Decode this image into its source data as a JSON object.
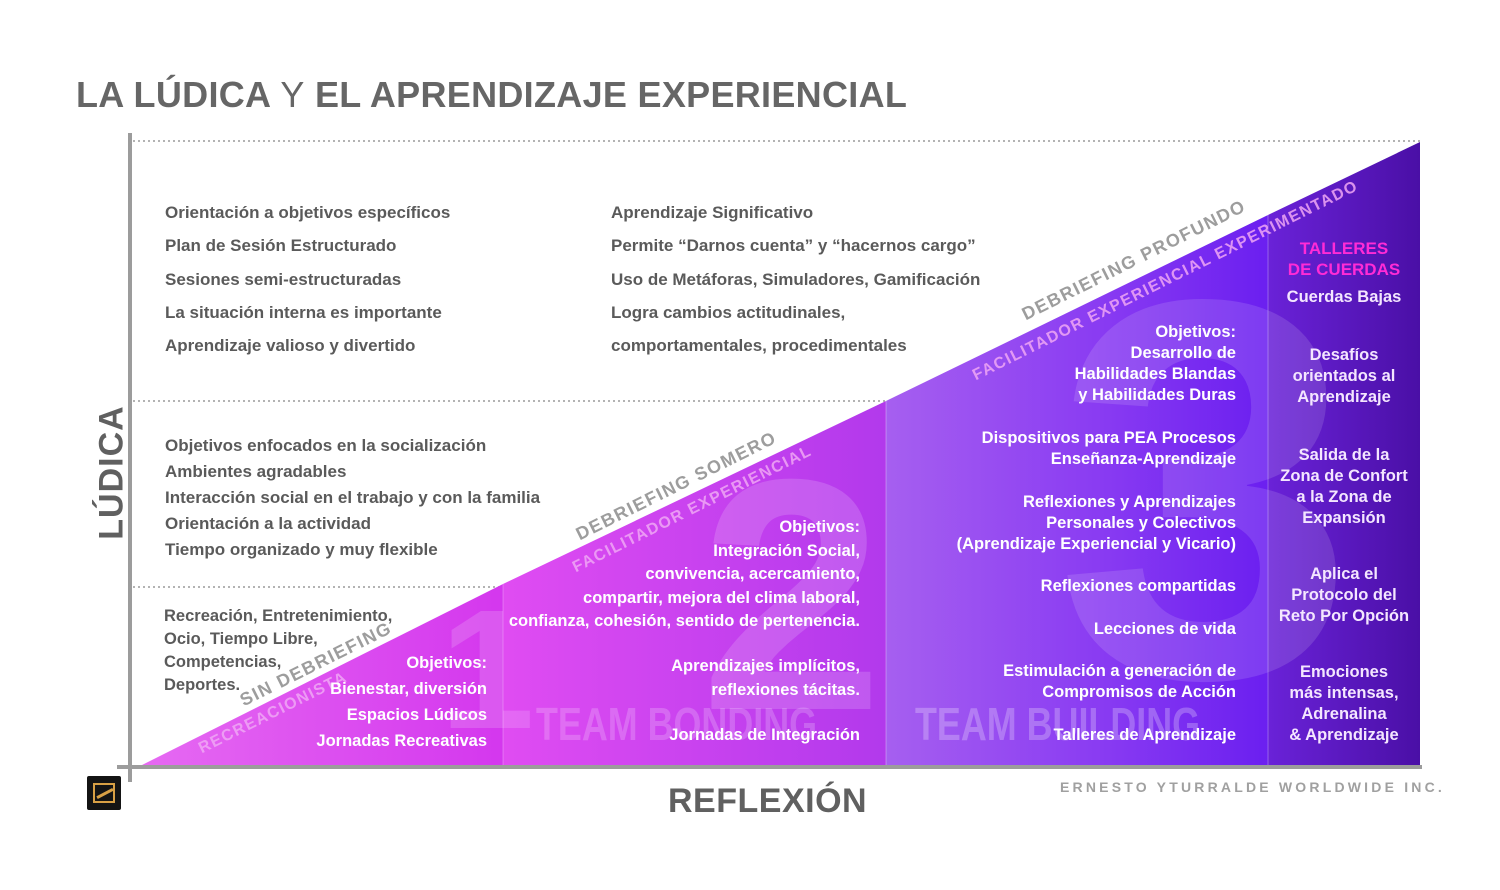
{
  "title": {
    "part1": "LA LÚDICA",
    "conj": "Y",
    "part2": "EL APRENDIZAJE EXPERIENCIAL"
  },
  "axes": {
    "y": "LÚDICA",
    "x": "REFLEXIÓN"
  },
  "credit": "ERNESTO YTURRALDE WORLDWIDE INC.",
  "colors": {
    "stage1": "#d946ef",
    "stage2": "#b23bef",
    "stage3": "#7a2bf0",
    "stage4": "#5a16b8",
    "highlight": "#ff2bd6"
  },
  "levels": {
    "top_left": [
      "Orientación a objetivos específicos",
      "Plan de Sesión Estructurado",
      "Sesiones semi-estructuradas",
      "La situación interna es importante",
      "Aprendizaje valioso y divertido"
    ],
    "top_right": [
      "Aprendizaje Significativo",
      "Permite “Darnos cuenta” y “hacernos cargo”",
      "Uso de Metáforas, Simuladores, Gamificación",
      "Logra cambios actitudinales,",
      "comportamentales, procedimentales"
    ],
    "middle": [
      "Objetivos enfocados en la socialización",
      "Ambientes agradables",
      "Interacción social en el trabajo y con la familia",
      "Orientación a la actividad",
      "Tiempo organizado y muy flexible"
    ],
    "bottom": [
      "Recreación, Entretenimiento,",
      "Ocio, Tiempo Libre,",
      "Competencias,",
      "Deportes."
    ]
  },
  "stage1": {
    "number": "1",
    "upper_label": "SIN DEBRIEFING",
    "lower_label": "RECREACIONISTA",
    "lines": [
      "Objetivos:",
      "Bienestar, diversión",
      "Espacios Lúdicos",
      "Jornadas Recreativas"
    ]
  },
  "stage2": {
    "number": "2",
    "name": "TEAM BONDING",
    "upper_label": "DEBRIEFING SOMERO",
    "lower_label": "FACILITADOR EXPERIENCIAL",
    "lines": [
      "Objetivos:",
      "Integración Social,",
      "convivencia, acercamiento,",
      "compartir, mejora del clima laboral,",
      "confianza, cohesión, sentido de pertenencia."
    ],
    "lines2": [
      "Aprendizajes implícitos,",
      "reflexiones tácitas."
    ],
    "footer": "Jornadas de Integración"
  },
  "stage3": {
    "number": "3",
    "name": "TEAM BUILDING",
    "upper_label": "DEBRIEFING PROFUNDO",
    "lower_label": "FACILITADOR EXPERIENCIAL EXPERIMENTADO",
    "obj": [
      "Objetivos:",
      "Desarrollo de",
      "Habilidades Blandas",
      "y Habilidades Duras"
    ],
    "pea": [
      "Dispositivos para PEA Procesos",
      "Enseñanza-Aprendizaje"
    ],
    "refl": [
      "Reflexiones y Aprendizajes",
      "Personales y Colectivos",
      "(Aprendizaje Experiencial y Vicario)"
    ],
    "shared": "Reflexiones compartidas",
    "life": "Lecciones de vida",
    "commit": [
      "Estimulación a generación de",
      "Compromisos de Acción"
    ],
    "footer": "Talleres de Aprendizaje"
  },
  "stage4": {
    "heading": [
      "TALLERES",
      "DE CUERDAS"
    ],
    "items": [
      [
        "Cuerdas Bajas"
      ],
      [
        "Desafíos",
        "orientados al",
        "Aprendizaje"
      ],
      [
        "Salida de la",
        "Zona de Confort",
        "a la Zona de",
        "Expansión"
      ],
      [
        "Aplica el",
        "Protocolo del",
        "Reto Por Opción"
      ],
      [
        "Emociones",
        "más intensas,",
        "Adrenalina",
        "& Aprendizaje"
      ]
    ]
  }
}
